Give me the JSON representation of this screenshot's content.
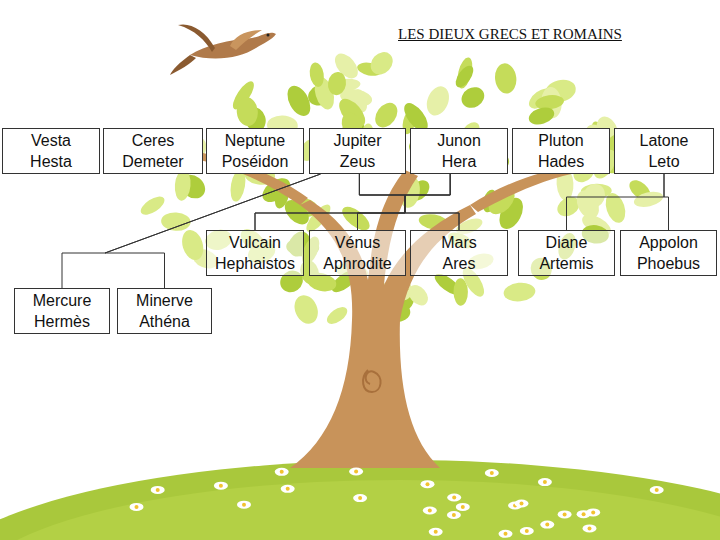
{
  "diagram": {
    "title": "LES DIEUX GRECS ET ROMAINS",
    "nodes": [
      {
        "text": [
          "Vesta",
          "Hesta"
        ]
      },
      {
        "text": [
          "Ceres",
          "Demeter"
        ]
      },
      {
        "text": [
          "Neptune",
          "Poséidon"
        ]
      },
      {
        "text": [
          "Jupiter",
          "Zeus"
        ]
      },
      {
        "text": [
          "Junon",
          "Hera"
        ]
      },
      {
        "text": [
          "Pluton",
          "Hades"
        ]
      },
      {
        "text": [
          "Latone",
          "Leto"
        ]
      },
      {
        "text": [
          "Vulcain",
          "Hephaistos"
        ]
      },
      {
        "text": [
          "Vénus",
          "Aphrodite"
        ]
      },
      {
        "text": [
          "Mars",
          "Ares"
        ]
      },
      {
        "text": [
          "Diane",
          "Artemis"
        ]
      },
      {
        "text": [
          "Appolon",
          "Phoebus"
        ]
      },
      {
        "text": [
          "Mercure",
          "Hermès"
        ]
      },
      {
        "text": [
          "Minerve",
          "Athéna"
        ]
      }
    ],
    "edges": [
      {
        "from": 3,
        "to": 7,
        "arrow": "none"
      },
      {
        "from": 3,
        "to": 8,
        "arrow": "none"
      },
      {
        "from": 3,
        "to": 9,
        "arrow": "none"
      },
      {
        "from": 4,
        "to": 7,
        "arrow": "none"
      },
      {
        "from": 4,
        "to": 8,
        "arrow": "none"
      },
      {
        "from": 4,
        "to": 9,
        "arrow": "none"
      },
      {
        "from": 3,
        "to": 12,
        "arrow": "none"
      },
      {
        "from": 3,
        "to": 13,
        "arrow": "none"
      },
      {
        "from": 6,
        "to": 10,
        "arrow": "none"
      },
      {
        "from": 6,
        "to": 11,
        "arrow": "none"
      }
    ]
  }
}
